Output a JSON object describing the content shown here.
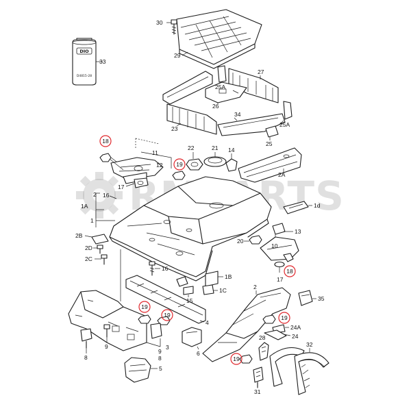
{
  "watermark": {
    "text": "RMPARTS"
  },
  "colors": {
    "line": "#1a1a1a",
    "highlight": "#e0262b",
    "watermark": "#9a9a9a"
  },
  "can": {
    "label_top": "DIO",
    "label_bottom": "D4815-28"
  },
  "callouts": [
    {
      "id": "c30",
      "text": "30",
      "circled": false
    },
    {
      "id": "c33",
      "text": "33",
      "circled": false
    },
    {
      "id": "c29",
      "text": "29",
      "circled": false
    },
    {
      "id": "c27",
      "text": "27",
      "circled": false
    },
    {
      "id": "c25a1",
      "text": "25A",
      "circled": false
    },
    {
      "id": "c26",
      "text": "26",
      "circled": false
    },
    {
      "id": "c34",
      "text": "34",
      "circled": false
    },
    {
      "id": "c23",
      "text": "23",
      "circled": false
    },
    {
      "id": "c25a2",
      "text": "25A",
      "circled": false
    },
    {
      "id": "c25",
      "text": "25",
      "circled": false
    },
    {
      "id": "c18a",
      "text": "18",
      "circled": true
    },
    {
      "id": "c11",
      "text": "11",
      "circled": false
    },
    {
      "id": "c12",
      "text": "12",
      "circled": false
    },
    {
      "id": "c22",
      "text": "22",
      "circled": false
    },
    {
      "id": "c21",
      "text": "21",
      "circled": false
    },
    {
      "id": "c14",
      "text": "14",
      "circled": false
    },
    {
      "id": "c19a",
      "text": "19",
      "circled": true
    },
    {
      "id": "c2a",
      "text": "2A",
      "circled": false
    },
    {
      "id": "c17a",
      "text": "17",
      "circled": false
    },
    {
      "id": "c2",
      "text": "2",
      "circled": false
    },
    {
      "id": "c16a",
      "text": "16",
      "circled": false
    },
    {
      "id": "c1a",
      "text": "1A",
      "circled": false
    },
    {
      "id": "c1d",
      "text": "1d",
      "circled": false
    },
    {
      "id": "c1",
      "text": "1",
      "circled": false
    },
    {
      "id": "c10",
      "text": "10",
      "circled": false
    },
    {
      "id": "c13",
      "text": "13",
      "circled": false
    },
    {
      "id": "c2b",
      "text": "2B",
      "circled": false
    },
    {
      "id": "c2d",
      "text": "2D",
      "circled": false
    },
    {
      "id": "c20",
      "text": "20",
      "circled": false
    },
    {
      "id": "c2c",
      "text": "2C",
      "circled": false
    },
    {
      "id": "c16b",
      "text": "16",
      "circled": false
    },
    {
      "id": "c18b",
      "text": "18",
      "circled": true
    },
    {
      "id": "c17b",
      "text": "17",
      "circled": false
    },
    {
      "id": "c1b",
      "text": "1B",
      "circled": false
    },
    {
      "id": "c15",
      "text": "15",
      "circled": false
    },
    {
      "id": "c1c",
      "text": "1C",
      "circled": false
    },
    {
      "id": "c2r",
      "text": "2",
      "circled": false
    },
    {
      "id": "c4",
      "text": "4",
      "circled": false
    },
    {
      "id": "c35",
      "text": "35",
      "circled": false
    },
    {
      "id": "c19b",
      "text": "19",
      "circled": true
    },
    {
      "id": "c19c",
      "text": "19",
      "circled": true
    },
    {
      "id": "c19d",
      "text": "19",
      "circled": true
    },
    {
      "id": "c24a",
      "text": "24A",
      "circled": false
    },
    {
      "id": "c24",
      "text": "24",
      "circled": false
    },
    {
      "id": "c28",
      "text": "28",
      "circled": false
    },
    {
      "id": "c32",
      "text": "32",
      "circled": false
    },
    {
      "id": "c9a",
      "text": "9",
      "circled": false
    },
    {
      "id": "c3",
      "text": "3",
      "circled": false
    },
    {
      "id": "c8a",
      "text": "8",
      "circled": false
    },
    {
      "id": "c9b",
      "text": "9",
      "circled": false
    },
    {
      "id": "c8b",
      "text": "8",
      "circled": false
    },
    {
      "id": "c6",
      "text": "6",
      "circled": false
    },
    {
      "id": "c5",
      "text": "5",
      "circled": false
    },
    {
      "id": "c19e",
      "text": "19",
      "circled": true
    },
    {
      "id": "c31",
      "text": "31",
      "circled": false
    }
  ]
}
